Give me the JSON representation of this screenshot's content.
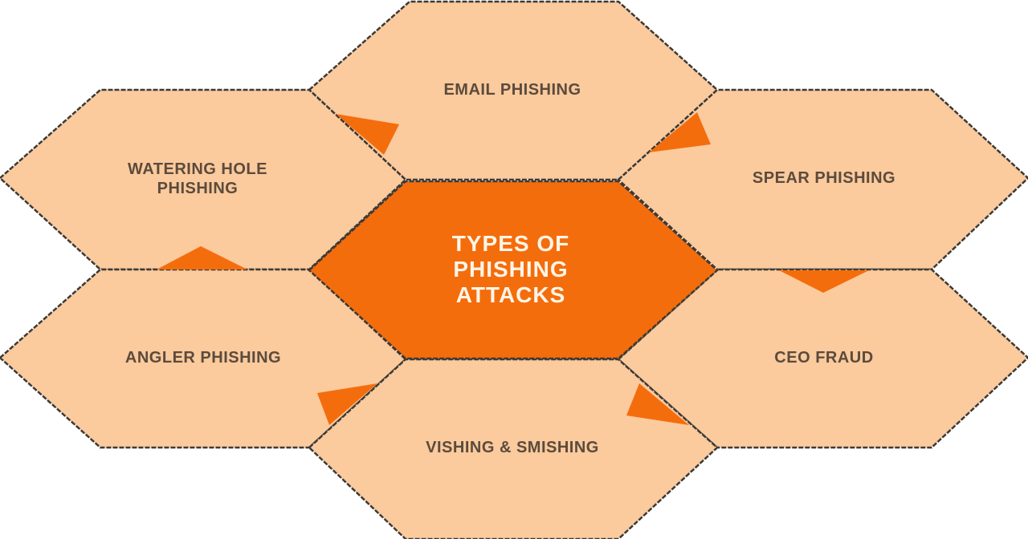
{
  "center": {
    "title_line1": "TYPES OF",
    "title_line2": "PHISHING",
    "title_line3": "ATTACKS"
  },
  "items": [
    {
      "label": "EMAIL PHISHING"
    },
    {
      "label": "SPEAR PHISHING"
    },
    {
      "label": "CEO FRAUD"
    },
    {
      "label": "VISHING & SMISHING"
    },
    {
      "label": "ANGLER PHISHING"
    },
    {
      "label_line1": "WATERING HOLE",
      "label_line2": "PHISHING"
    }
  ],
  "colors": {
    "outer_fill": "#fbca9d",
    "center_fill": "#f46d0c",
    "arrow_fill": "#f46d0c",
    "outline": "#3c3a36",
    "text": "#5b4b3c"
  }
}
